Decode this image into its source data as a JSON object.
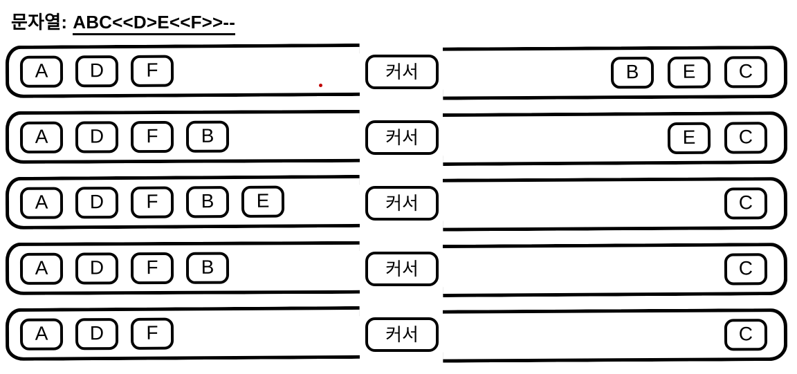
{
  "title": {
    "label": "문자열:",
    "value": "ABC<<D>E<<F>>--"
  },
  "cursor_label": "커서",
  "rows": [
    {
      "left": [
        "A",
        "D",
        "F"
      ],
      "right": [
        "B",
        "E",
        "C"
      ]
    },
    {
      "left": [
        "A",
        "D",
        "F",
        "B"
      ],
      "right": [
        "E",
        "C"
      ]
    },
    {
      "left": [
        "A",
        "D",
        "F",
        "B",
        "E"
      ],
      "right": [
        "C"
      ]
    },
    {
      "left": [
        "A",
        "D",
        "F",
        "B"
      ],
      "right": [
        "C"
      ]
    },
    {
      "left": [
        "A",
        "D",
        "F"
      ],
      "right": [
        "C"
      ]
    }
  ],
  "colors": {
    "stroke": "#000000",
    "background": "#ffffff",
    "pointer_dot": "#c00000"
  }
}
